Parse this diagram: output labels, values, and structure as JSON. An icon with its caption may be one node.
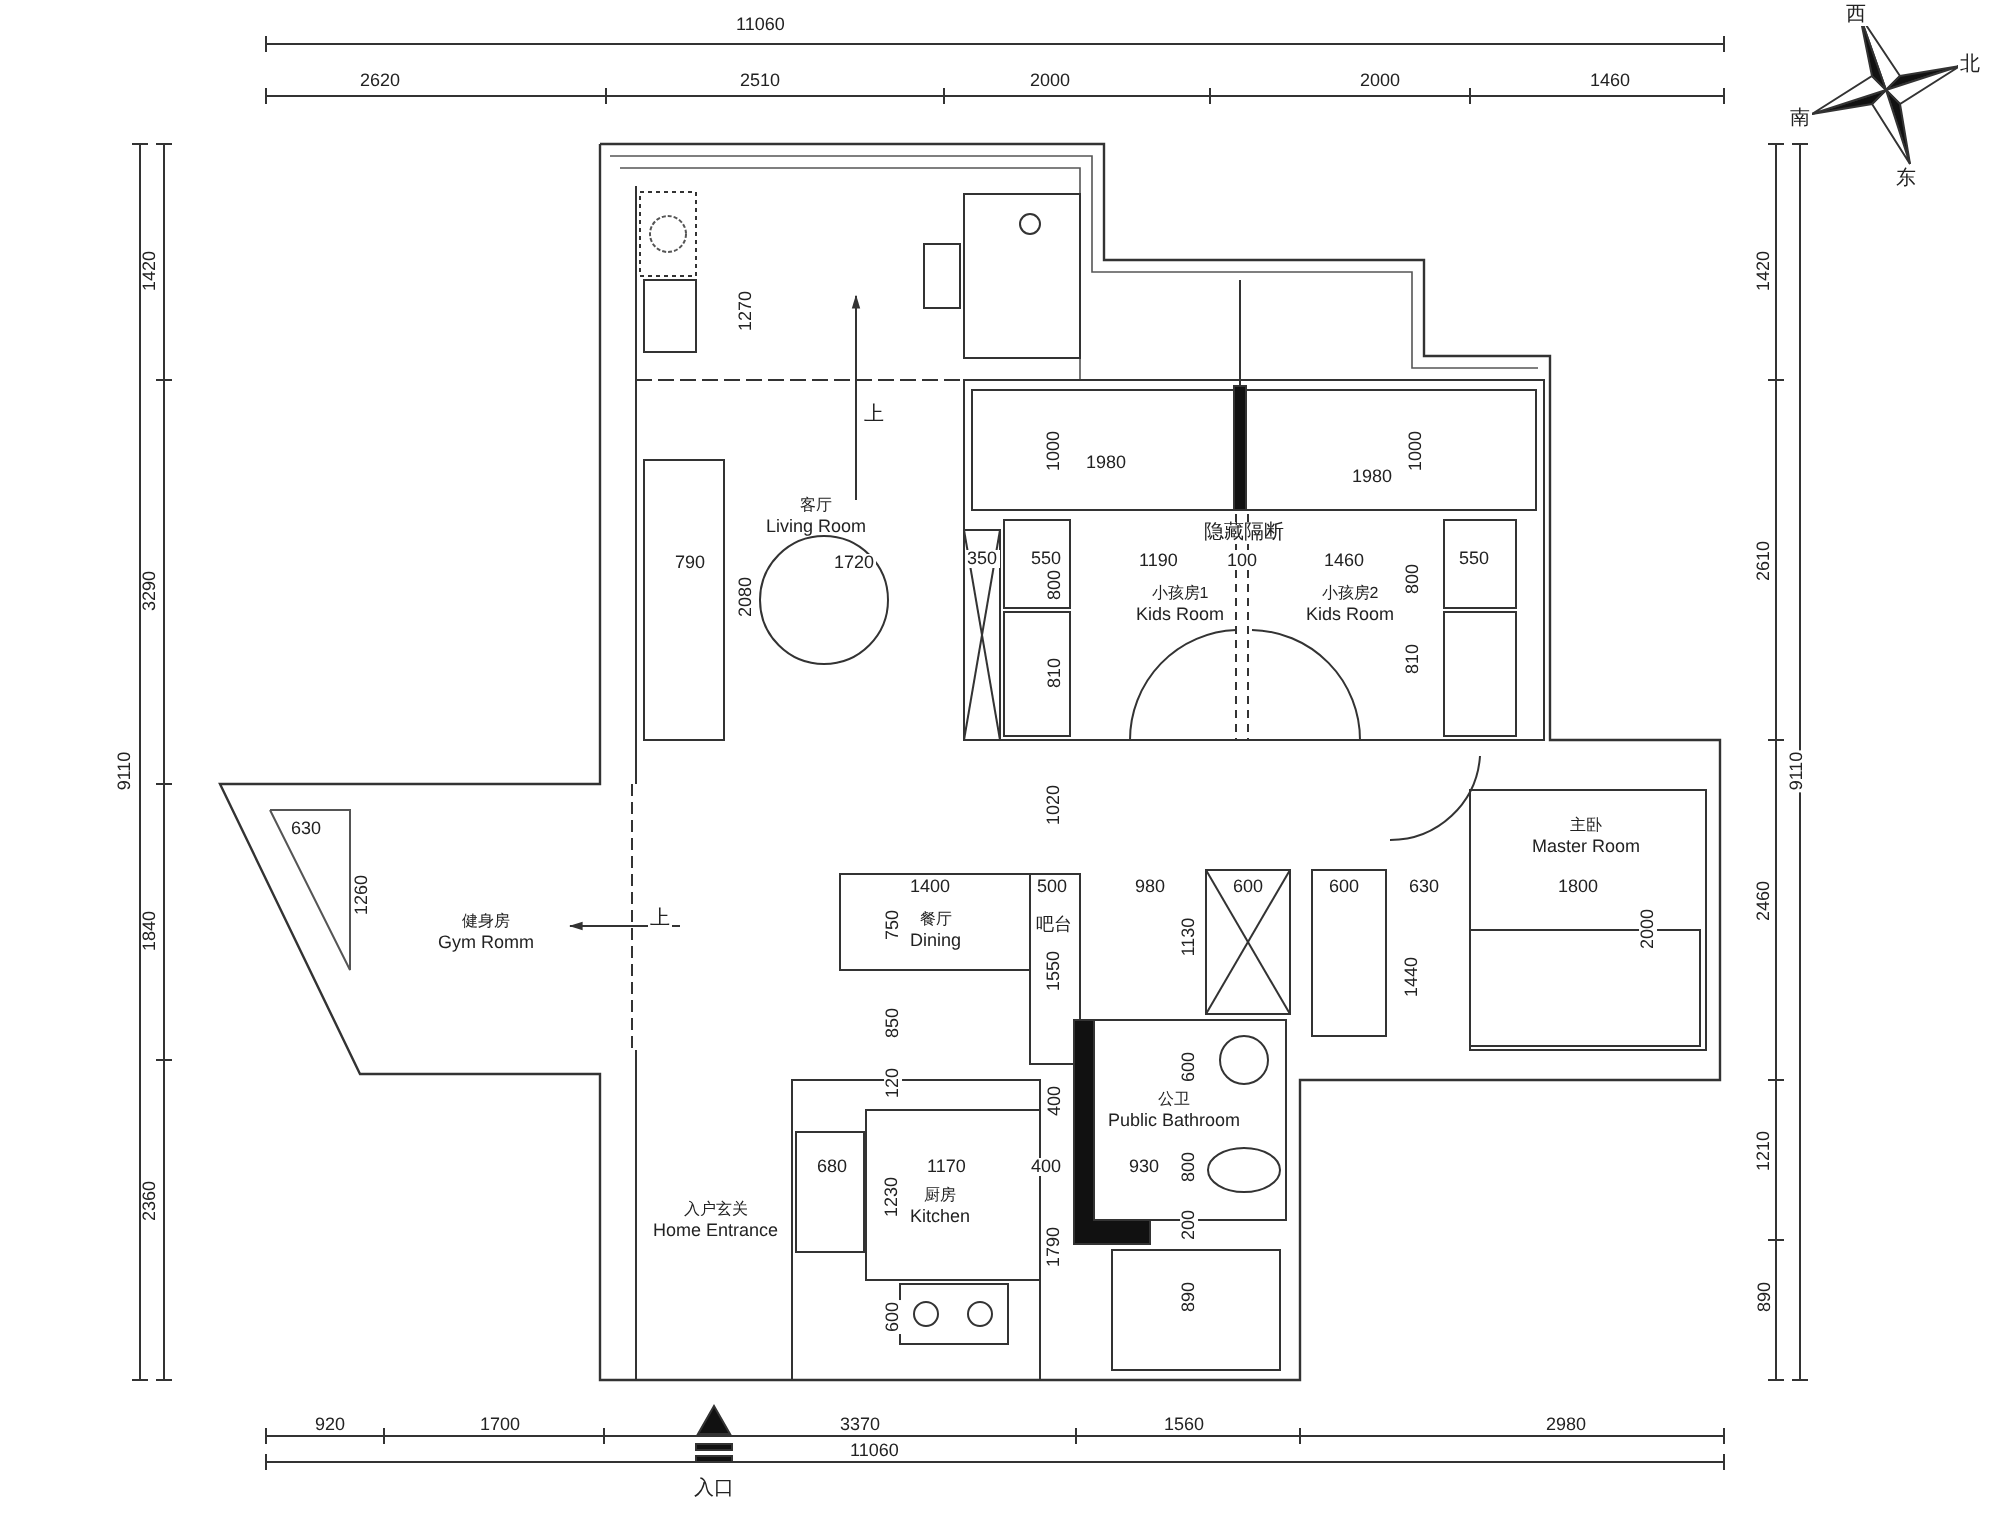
{
  "diagram": {
    "nodes": [
      {
        "text": [
          "客厅",
          "Living Room"
        ]
      },
      {
        "text": [
          "小孩房1",
          "Kids Room"
        ]
      },
      {
        "text": [
          "小孩房2",
          "Kids Room"
        ]
      },
      {
        "text": [
          "健身房",
          "Gym Romm"
        ]
      },
      {
        "text": [
          "餐厅",
          "Dining"
        ]
      },
      {
        "text": [
          "吧台"
        ]
      },
      {
        "text": [
          "主卧",
          "Master Room"
        ]
      },
      {
        "text": [
          "公卫",
          "Public Bathroom"
        ]
      },
      {
        "text": [
          "厨房",
          "Kitchen"
        ]
      },
      {
        "text": [
          "入户玄关",
          "Home Entrance"
        ]
      }
    ],
    "labels": [
      "11060",
      "2620",
      "2510",
      "2000",
      "2000",
      "1460",
      "西",
      "北",
      "南",
      "东",
      "1420",
      "1420",
      "1270",
      "上",
      "1000",
      "1980",
      "1980",
      "1000",
      "隐藏隔断",
      "790",
      "1720",
      "350",
      "550",
      "1190",
      "100",
      "1460",
      "550",
      "2610",
      "3290",
      "2080",
      "800",
      "800",
      "810",
      "810",
      "9110",
      "9110",
      "1020",
      "630",
      "1400",
      "500",
      "980",
      "600",
      "600",
      "630",
      "1800",
      "1260",
      "2460",
      "1840",
      "上",
      "750",
      "1130",
      "2000",
      "1550",
      "1440",
      "850",
      "600",
      "120",
      "400",
      "1210",
      "680",
      "1170",
      "400",
      "930",
      "800",
      "2360",
      "1230",
      "200",
      "1790",
      "890",
      "600",
      "890",
      "920",
      "1700",
      "3370",
      "1560",
      "2980",
      "11060",
      "入口"
    ]
  }
}
